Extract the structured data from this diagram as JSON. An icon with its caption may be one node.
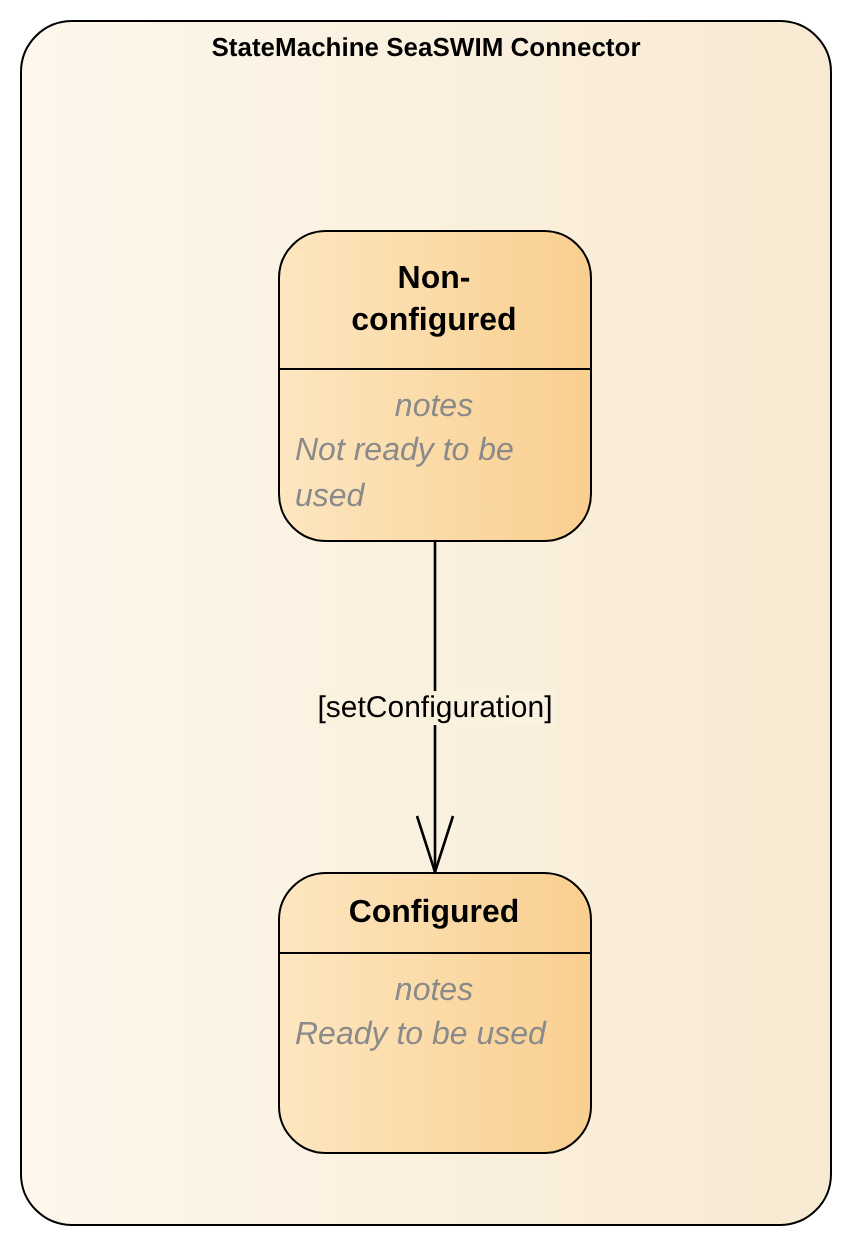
{
  "diagram": {
    "nodes": [
      {
        "text": [
          "StateMachine SeaSWIM Connector"
        ]
      },
      {
        "text": [
          "Non-configured",
          "notes",
          "Not ready to be used"
        ],
        "in": 0
      },
      {
        "text": [
          "Configured",
          "notes",
          "Ready to be used"
        ],
        "in": 0
      }
    ],
    "edges": [
      {
        "from": 1,
        "to": 2,
        "arrow": "to",
        "label": "[setConfiguration]"
      }
    ]
  }
}
